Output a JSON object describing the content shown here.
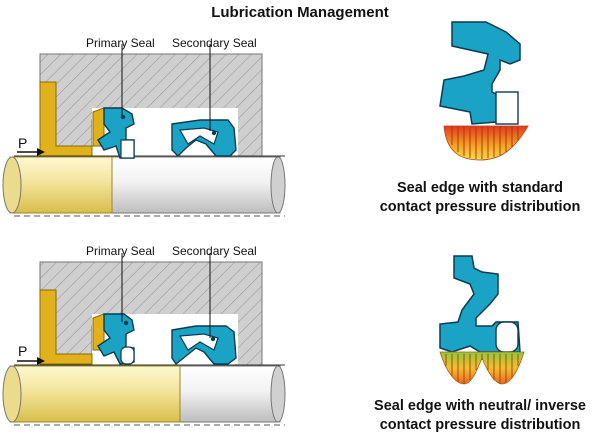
{
  "title": "Lubrication Management",
  "top": {
    "primary_label": "Primary Seal",
    "secondary_label": "Secondary Seal",
    "pressure_label": "P",
    "caption_line1": "Seal edge with standard",
    "caption_line2": "contact pressure distribution"
  },
  "bottom": {
    "primary_label": "Primary Seal",
    "secondary_label": "Secondary Seal",
    "pressure_label": "P",
    "caption_line1": "Seal edge with neutral/ inverse",
    "caption_line2": "contact pressure distribution"
  },
  "colors": {
    "seal": "#1aa3c4",
    "housing": "#c8c8c8",
    "retainer": "#e0b11a",
    "shaft": "#e8e8e8",
    "shaft_lubricated": "#f3e49a",
    "pressure_high": "#e23a20",
    "pressure_mid": "#f0a020",
    "pressure_low": "#8cc83c"
  }
}
